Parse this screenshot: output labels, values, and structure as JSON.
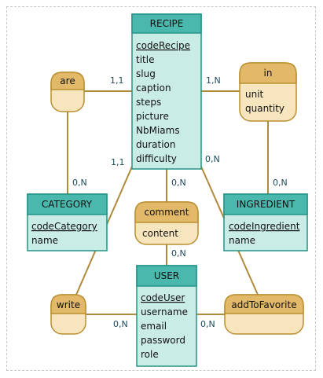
{
  "entities": {
    "recipe": {
      "name": "RECIPE",
      "key": "codeRecipe",
      "attributes": [
        "title",
        "slug",
        "caption",
        "steps",
        "picture",
        "NbMiams",
        "duration",
        "difficulty"
      ]
    },
    "category": {
      "name": "CATEGORY",
      "key": "codeCategory",
      "attributes": [
        "name"
      ]
    },
    "ingredient": {
      "name": "INGREDIENT",
      "key": "codeIngredient",
      "attributes": [
        "name"
      ]
    },
    "user": {
      "name": "USER",
      "key": "codeUser",
      "attributes": [
        "username",
        "email",
        "password",
        "role"
      ]
    }
  },
  "associations": {
    "are": {
      "name": "are",
      "attributes": []
    },
    "in": {
      "name": "in",
      "attributes": [
        "unit",
        "quantity"
      ]
    },
    "comment": {
      "name": "comment",
      "attributes": [
        "content"
      ]
    },
    "write": {
      "name": "write",
      "attributes": []
    },
    "add_to_favorite": {
      "name": "addToFavorite",
      "attributes": []
    }
  },
  "cardinalities": {
    "are_recipe": "1,1",
    "are_category": "0,N",
    "in_recipe": "1,N",
    "in_ingredient": "0,N",
    "write_recipe": "1,1",
    "fav_recipe": "0,N",
    "comment_recipe": "0,N",
    "comment_user": "0,N",
    "write_user": "0,N",
    "fav_user": "0,N"
  },
  "colors": {
    "entity_header": "#4bb8ad",
    "entity_body": "#c9ece6",
    "entity_border": "#239386",
    "assoc_header": "#e2b968",
    "assoc_body": "#f7e6bd",
    "assoc_border": "#b98f30",
    "line": "#b08a3b",
    "cardinality": "#1d4a5c"
  }
}
